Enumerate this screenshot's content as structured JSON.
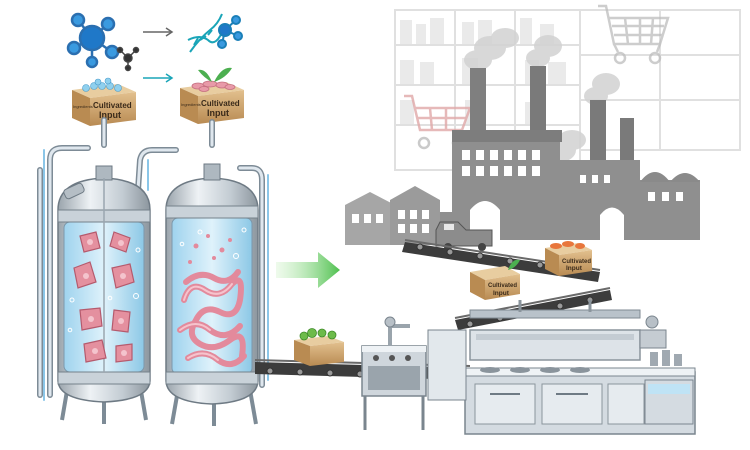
{
  "boxes": {
    "top_left": {
      "line1": "Cultivated",
      "line2": "Input",
      "side": "Ingredients"
    },
    "top_right": {
      "line1": "Cultivated",
      "line2": "Input",
      "side": "Ingredients"
    },
    "conveyor_mid": {
      "line1": "Cultivated",
      "line2": "Input"
    },
    "conveyor_top": {
      "line1": "Cultivated",
      "line2": "Input"
    },
    "conveyor_bottom": {
      "line1": "",
      "line2": ""
    }
  },
  "colors": {
    "molecule_blue": "#1f78c8",
    "molecule_teal": "#1aa5b8",
    "arrow_green": "#5cc85c",
    "tank_liquid": "#bfe3f5",
    "meat_pink": "#e89aa8",
    "factory_gray": "#8e8e8e",
    "shelf_gray": "#d8d8d8",
    "steel": "#cfd6dc",
    "box_tan": "#c9a06a"
  },
  "icons": [
    "molecule-icon",
    "dna-icon",
    "arrow-right-icon",
    "shopping-cart-icon",
    "factory-icon"
  ]
}
